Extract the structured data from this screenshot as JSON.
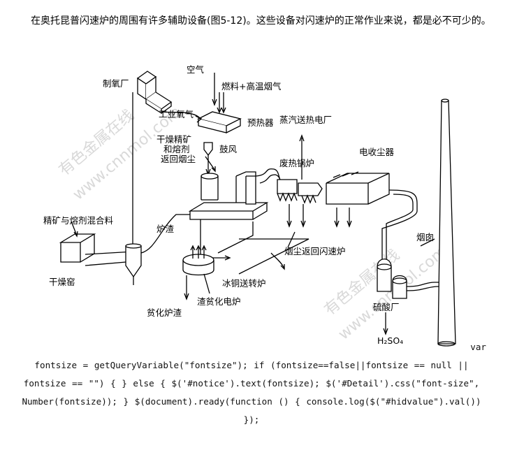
{
  "intro": {
    "text": "在奥托昆普闪速炉的周围有许多辅助设备(图5-12)。这些设备对闪速炉的正常作业来说，都是必不可少的。"
  },
  "figure": {
    "labels": {
      "air": "空气",
      "oxygen_plant": "制氧厂",
      "fuel_gas": "燃料+高温烟气",
      "industrial_oxygen": "工业氧气",
      "preheater": "预热器",
      "steam": "蒸汽送热电厂",
      "dry_concentrate": "干燥精矿",
      "and_flux": "和熔剂",
      "return_dust": "返回烟尘",
      "blower": "鼓风",
      "waste_heat_boiler": "废热锅炉",
      "esp": "电收尘器",
      "concentrate_mix": "精矿与熔剂混合料",
      "furnace_slag": "炉渣",
      "dryer": "干燥窑",
      "dust_return": "烟尘返回闪速炉",
      "chimney": "烟囱",
      "matte_to_converter": "冰铜送转炉",
      "slag_furnace": "渣贫化电炉",
      "depleted_slag": "贫化炉渣",
      "acid_plant": "硫酸厂",
      "h2so4": "H₂SO₄"
    },
    "watermark": {
      "left_cn": "有色金属在线",
      "left_url": "www.cnnmol.com",
      "right_cn": "有色金属在线",
      "right_url": "www.cnnmol.com"
    }
  },
  "code": {
    "var": "var",
    "body": "fontsize = getQueryVariable(\"fontsize\"); if (fontsize==false||fontsize == null || fontsize == \"\") { } else { $('#notice').text(fontsize); $('#Detail').css(\"font-size\", Number(fontsize)); } $(document).ready(function () { console.log($(\"#hidvalue\").val()) });"
  }
}
